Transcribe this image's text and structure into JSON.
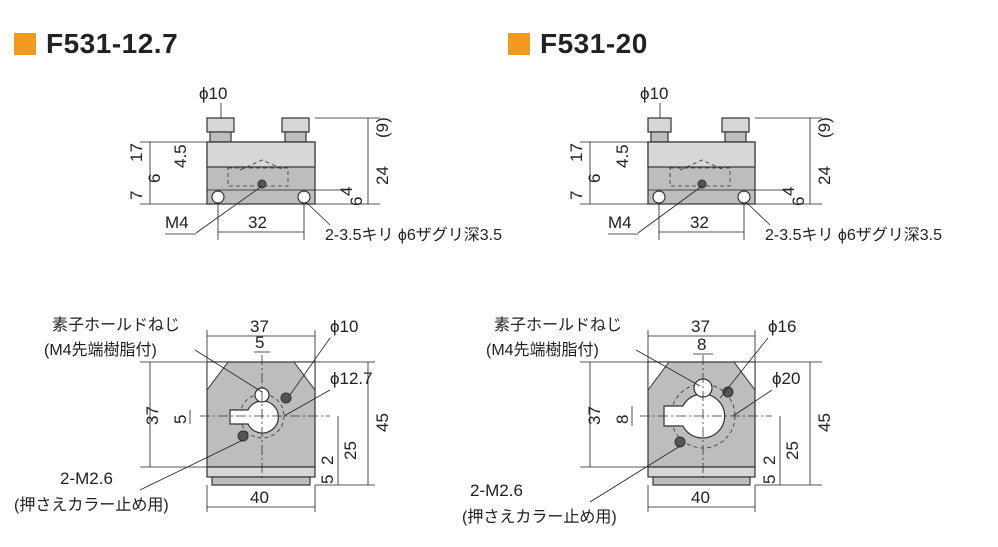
{
  "left": {
    "title": "F531-12.7",
    "front": {
      "phi": "ϕ10",
      "d9": "(9)",
      "d17": "17",
      "d7": "7",
      "d6a": "6",
      "d45": "4.5",
      "d24": "24",
      "d4": "4",
      "d6b": "6",
      "m4": "M4",
      "d32": "32",
      "note": "2-3.5キリ ϕ6ザグリ深3.5"
    },
    "plan": {
      "screw1": "素子ホールドねじ",
      "screw2": "(M4先端樹脂付)",
      "d37top": "37",
      "d5top": "5",
      "phiA": "ϕ10",
      "phiB": "ϕ12.7",
      "d37left": "37",
      "d5left": "5",
      "d45": "45",
      "d25": "25",
      "d2": "2",
      "d5b": "5",
      "m26a": "2-M2.6",
      "m26b": "(押さえカラー止め用)",
      "d40": "40"
    }
  },
  "right": {
    "title": "F531-20",
    "front": {
      "phi": "ϕ10",
      "d9": "(9)",
      "d17": "17",
      "d7": "7",
      "d6a": "6",
      "d45": "4.5",
      "d24": "24",
      "d4": "4",
      "d6b": "6",
      "m4": "M4",
      "d32": "32",
      "note": "2-3.5キリ ϕ6ザグリ深3.5"
    },
    "plan": {
      "screw1": "素子ホールドねじ",
      "screw2": "(M4先端樹脂付)",
      "d37top": "37",
      "d8top": "8",
      "phiA": "ϕ16",
      "phiB": "ϕ20",
      "d37left": "37",
      "d8left": "8",
      "d45": "45",
      "d25": "25",
      "d2": "2",
      "d5b": "5",
      "m26a": "2-M2.6",
      "m26b": "(押さえカラー止め用)",
      "d40": "40"
    }
  },
  "colors": {
    "accent": "#f39a1e",
    "part": "#bdbdbd"
  }
}
